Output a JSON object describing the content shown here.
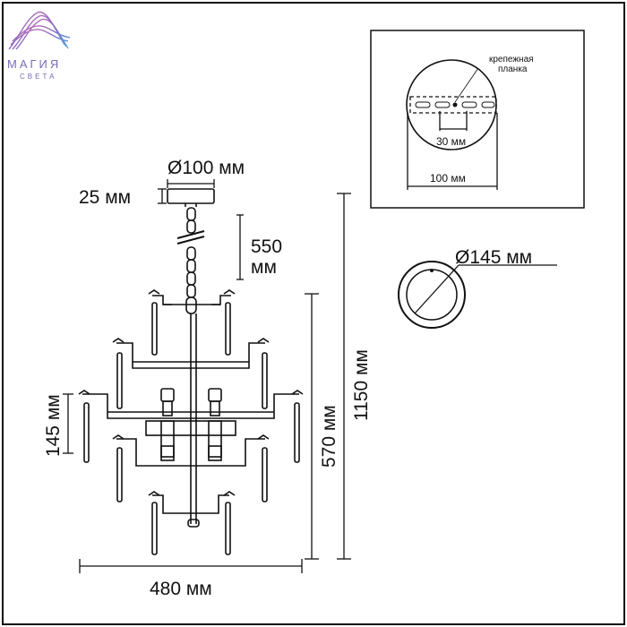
{
  "brand": {
    "name": "МАГИЯ",
    "tagline": "СВЕТА"
  },
  "dimensions": {
    "canopy_diameter": "Ø100 мм",
    "canopy_height": "25 мм",
    "chain_length_value": "550",
    "chain_length_unit": "мм",
    "total_height": "1150 мм",
    "body_height": "570 мм",
    "tier_spacing": "145 мм",
    "width": "480 мм",
    "base_diameter": "Ø145 мм"
  },
  "mounting_detail": {
    "bracket_label_line1": "крепежная",
    "bracket_label_line2": "планка",
    "slot_spacing": "30 мм",
    "canopy_width": "100 мм"
  },
  "colors": {
    "line": "#111111",
    "logo": "#7a6bb8"
  }
}
